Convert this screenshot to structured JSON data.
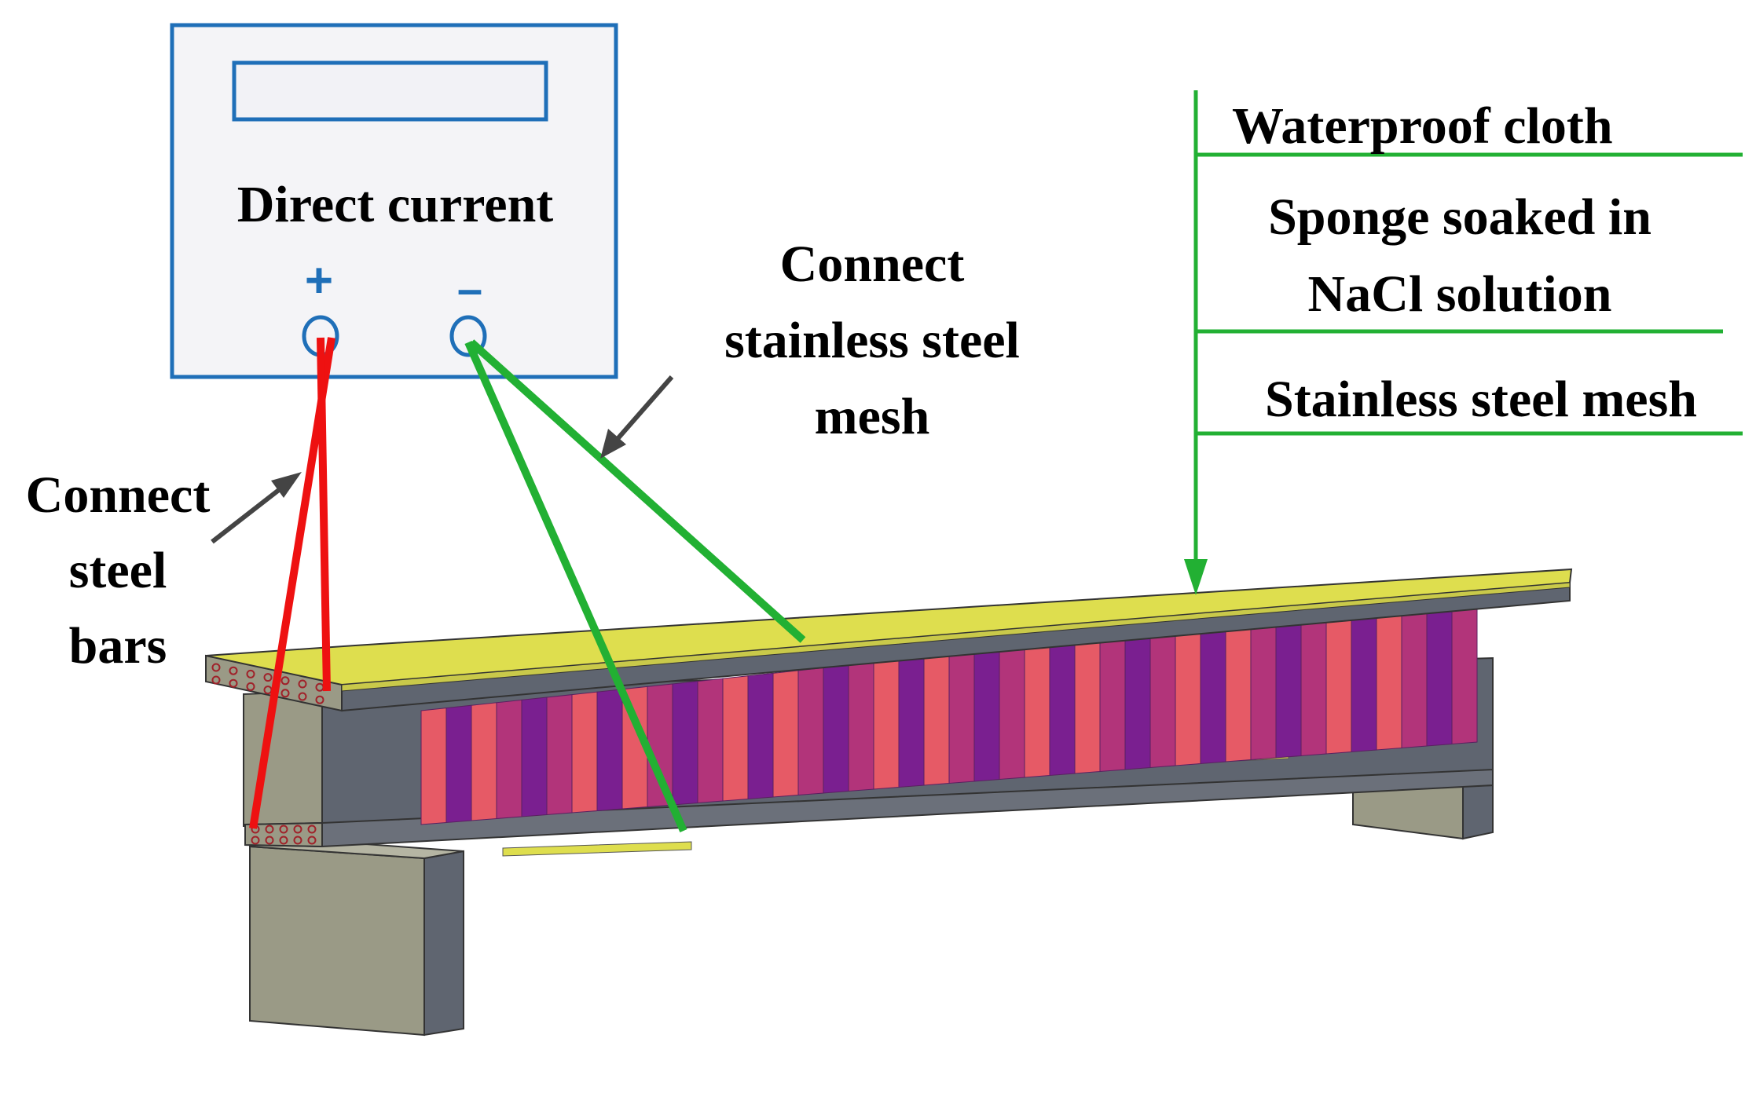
{
  "power_supply": {
    "label": "Direct current",
    "positive_symbol": "+",
    "negative_symbol": "–"
  },
  "annotations": {
    "connect_steel_bars": [
      "Connect",
      "steel",
      "bars"
    ],
    "connect_mesh": [
      "Connect",
      "stainless steel",
      "mesh"
    ]
  },
  "layers": {
    "waterproof_cloth": "Waterproof cloth",
    "sponge_line1": "Sponge soaked in",
    "sponge_line2": "NaCl solution",
    "stainless_mesh": "Stainless steel mesh"
  },
  "colors": {
    "panel_border": "#1f6fb8",
    "positive_wire": "#ee1111",
    "negative_wire": "#22b033",
    "layer_lines": "#22b033",
    "cloth": "#dede4e",
    "concrete": "#5f6570",
    "support": "#9a9a86",
    "stirrup_red": "#e65a66",
    "stirrup_purple": "#7a1f90"
  }
}
